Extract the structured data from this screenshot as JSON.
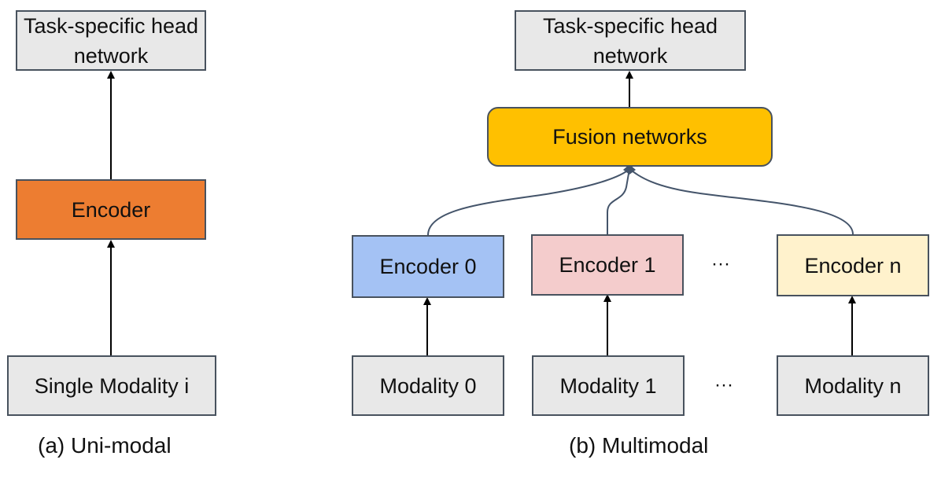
{
  "unimodal": {
    "head_label": "Task-specific head network",
    "encoder_label": "Encoder",
    "input_label": "Single Modality i",
    "caption": "(a) Uni-modal"
  },
  "multimodal": {
    "head_label": "Task-specific head network",
    "fusion_label": "Fusion networks",
    "encoders": [
      "Encoder 0",
      "Encoder 1",
      "Encoder n"
    ],
    "modalities": [
      "Modality 0",
      "Modality 1",
      "Modality n"
    ],
    "ellipsis": "···",
    "caption": "(b) Multimodal"
  },
  "colors": {
    "head": "#e8e8e8",
    "unimodal_encoder": "#ed7d31",
    "encoder_0": "#a4c2f4",
    "encoder_1": "#f4cccc",
    "encoder_n": "#fff2cc",
    "fusion": "#ffc000",
    "input": "#e8e8e8"
  }
}
